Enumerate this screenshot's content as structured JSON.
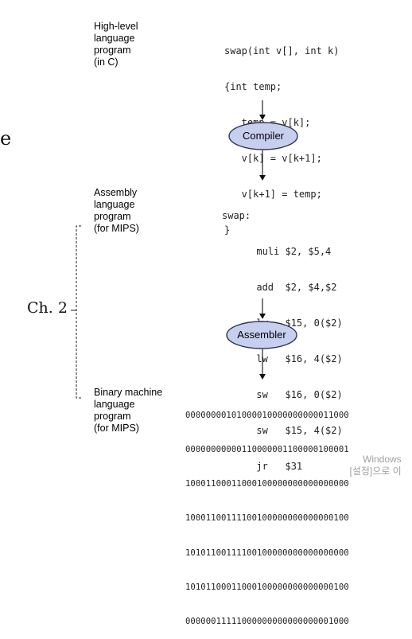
{
  "levels": {
    "high": {
      "label_lines": [
        "High-level",
        "language",
        "program",
        "(in C)"
      ],
      "code_lines": [
        "swap(int v[], int k)",
        "{int temp;",
        "   temp = v[k];",
        "   v[k] = v[k+1];",
        "   v[k+1] = temp;",
        "}"
      ]
    },
    "assembly": {
      "label_lines": [
        "Assembly",
        "language",
        "program",
        "(for MIPS)"
      ],
      "code_lines": [
        "swap:",
        "      muli $2, $5,4",
        "      add  $2, $4,$2",
        "      lw   $15, 0($2)",
        "      lw   $16, 4($2)",
        "      sw   $16, 0($2)",
        "      sw   $15, 4($2)",
        "      jr   $31"
      ]
    },
    "binary": {
      "label_lines": [
        "Binary machine",
        "language",
        "program",
        "(for MIPS)"
      ],
      "code_lines": [
        "00000000101000010000000000011000",
        "00000000000110000001100000100001",
        "10001100011000100000000000000000",
        "10001100111100100000000000000100",
        "10101100111100100000000000000000",
        "10101100011000100000000000000100",
        "00000011111000000000000000001000"
      ]
    }
  },
  "translators": {
    "compiler": "Compiler",
    "assembler": "Assembler"
  },
  "bracket_label": "Ch. 2",
  "edge_glyph": "e",
  "watermark": [
    "Windows",
    "[설정]으로 이"
  ],
  "colors": {
    "pill_fill": "#c7cfef",
    "pill_stroke": "#2e3558",
    "bracket": "#222222"
  }
}
